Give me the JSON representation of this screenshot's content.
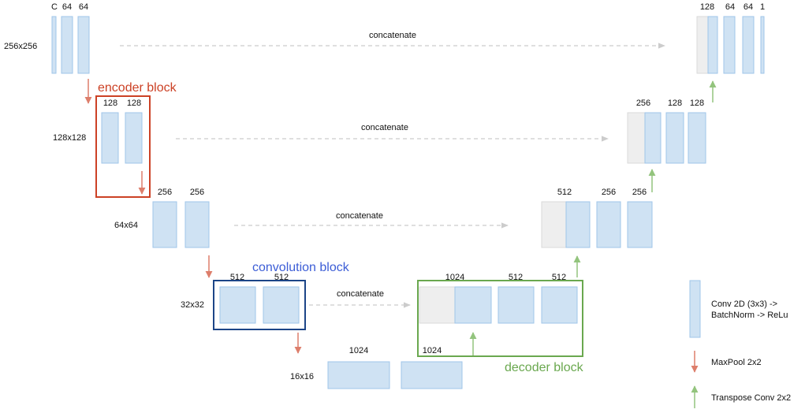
{
  "colors": {
    "feature_fill": "#cfe2f3",
    "feature_stroke": "#9fc5e8",
    "skip_fill": "#eeeeee",
    "skip_stroke": "#d9d9d9",
    "concat_arrow": "#cccccc",
    "maxpool_arrow": "#dd7e6b",
    "upconv_arrow": "#93c47d",
    "encoder_block": "#cc4125",
    "convolution_block": "#1c4587",
    "decoder_block": "#6aa84f"
  },
  "levels": [
    {
      "resolution": "256x256",
      "concat_label": "concatenate",
      "encoder_channels": [
        "C",
        "64",
        "64"
      ],
      "decoder_channels": [
        "128",
        "64",
        "64",
        "1"
      ]
    },
    {
      "resolution": "128x128",
      "concat_label": "concatenate",
      "encoder_channels": [
        "128",
        "128"
      ],
      "decoder_channels": [
        "256",
        "128",
        "128"
      ]
    },
    {
      "resolution": "64x64",
      "concat_label": "concatenate",
      "encoder_channels": [
        "256",
        "256"
      ],
      "decoder_channels": [
        "512",
        "256",
        "256"
      ]
    },
    {
      "resolution": "32x32",
      "concat_label": "concatenate",
      "encoder_channels": [
        "512",
        "512"
      ],
      "decoder_channels": [
        "1024",
        "512",
        "512"
      ]
    }
  ],
  "bottleneck": {
    "resolution": "16x16",
    "channels": [
      "1024",
      "1024"
    ]
  },
  "blocks": {
    "encoder": "encoder block",
    "convolution": "convolution block",
    "decoder": "decoder block"
  },
  "legend": {
    "conv_line1": "Conv 2D (3x3) ->",
    "conv_line2": "BatchNorm -> ReLu",
    "maxpool": "MaxPool 2x2",
    "transpose": "Transpose Conv 2x2"
  }
}
